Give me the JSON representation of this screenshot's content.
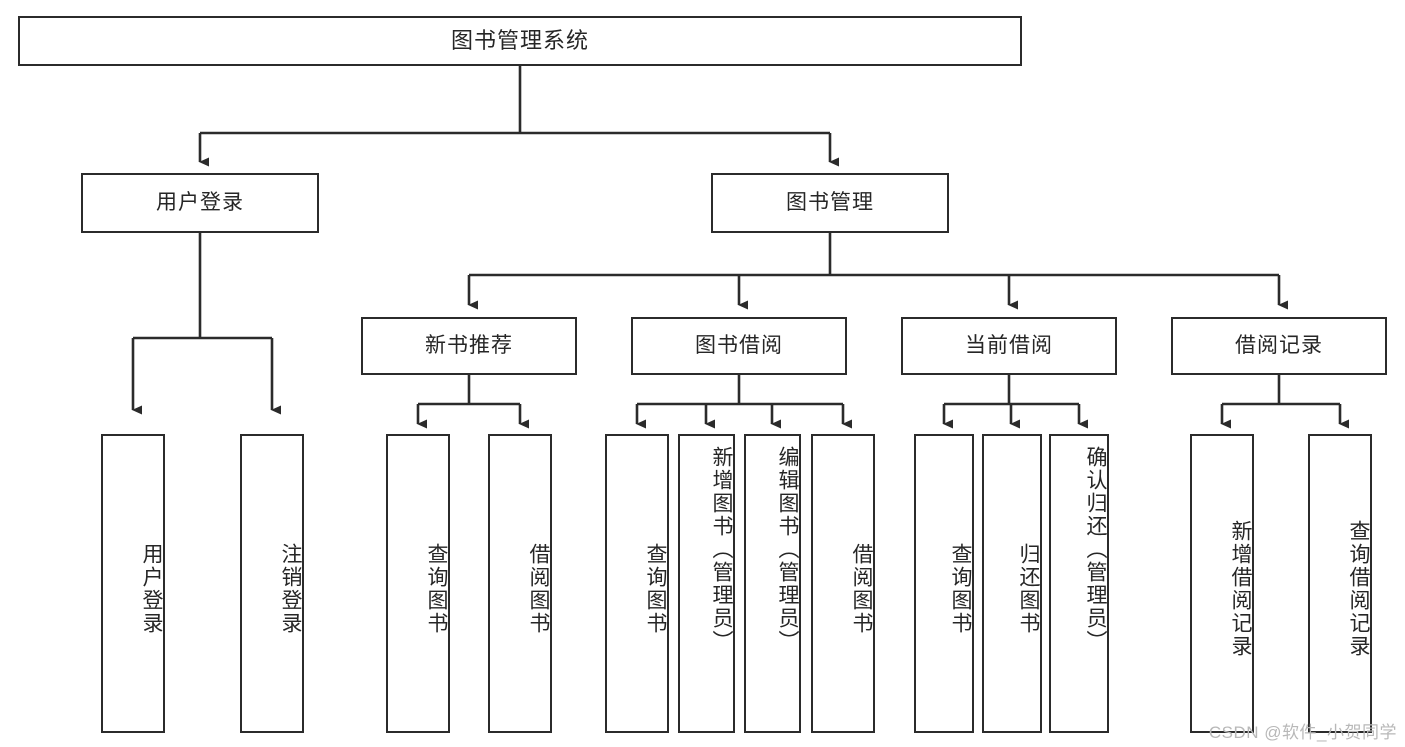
{
  "diagram": {
    "title": "图书管理系统",
    "watermark": "CSDN @软件_小贺同学",
    "edge_color": "#2b2b2b",
    "box_border_color": "#2b2b2b",
    "box_fill": "#ffffff",
    "text_color": "#262626",
    "background": "#ffffff"
  },
  "nodes": {
    "root": {
      "label": "图书管理系统"
    },
    "level1": [
      {
        "id": "user-login",
        "label": "用户登录"
      },
      {
        "id": "book-manage",
        "label": "图书管理"
      }
    ],
    "level2": [
      {
        "id": "new-book-recommend",
        "label": "新书推荐"
      },
      {
        "id": "book-borrow",
        "label": "图书借阅"
      },
      {
        "id": "current-borrow",
        "label": "当前借阅"
      },
      {
        "id": "borrow-record",
        "label": "借阅记录"
      }
    ],
    "leaves": {
      "user_login": [
        {
          "id": "leaf-user-login",
          "label": "用户登录"
        },
        {
          "id": "leaf-logout-login",
          "label": "注销登录"
        }
      ],
      "new_book_recommend": [
        {
          "id": "leaf-query-book-1",
          "label": "查询图书"
        },
        {
          "id": "leaf-borrow-book-1",
          "label": "借阅图书"
        }
      ],
      "book_borrow": [
        {
          "id": "leaf-query-book-2",
          "label": "查询图书"
        },
        {
          "id": "leaf-add-book",
          "label": "新增图书（管理员）"
        },
        {
          "id": "leaf-edit-book",
          "label": "编辑图书（管理员）"
        },
        {
          "id": "leaf-borrow-book-2",
          "label": "借阅图书"
        }
      ],
      "current_borrow": [
        {
          "id": "leaf-query-book-3",
          "label": "查询图书"
        },
        {
          "id": "leaf-return-book",
          "label": "归还图书"
        },
        {
          "id": "leaf-confirm-return",
          "label": "确认归还（管理员）"
        }
      ],
      "borrow_record": [
        {
          "id": "leaf-add-record",
          "label": "新增借阅记录"
        },
        {
          "id": "leaf-query-record",
          "label": "查询借阅记录"
        }
      ]
    }
  }
}
